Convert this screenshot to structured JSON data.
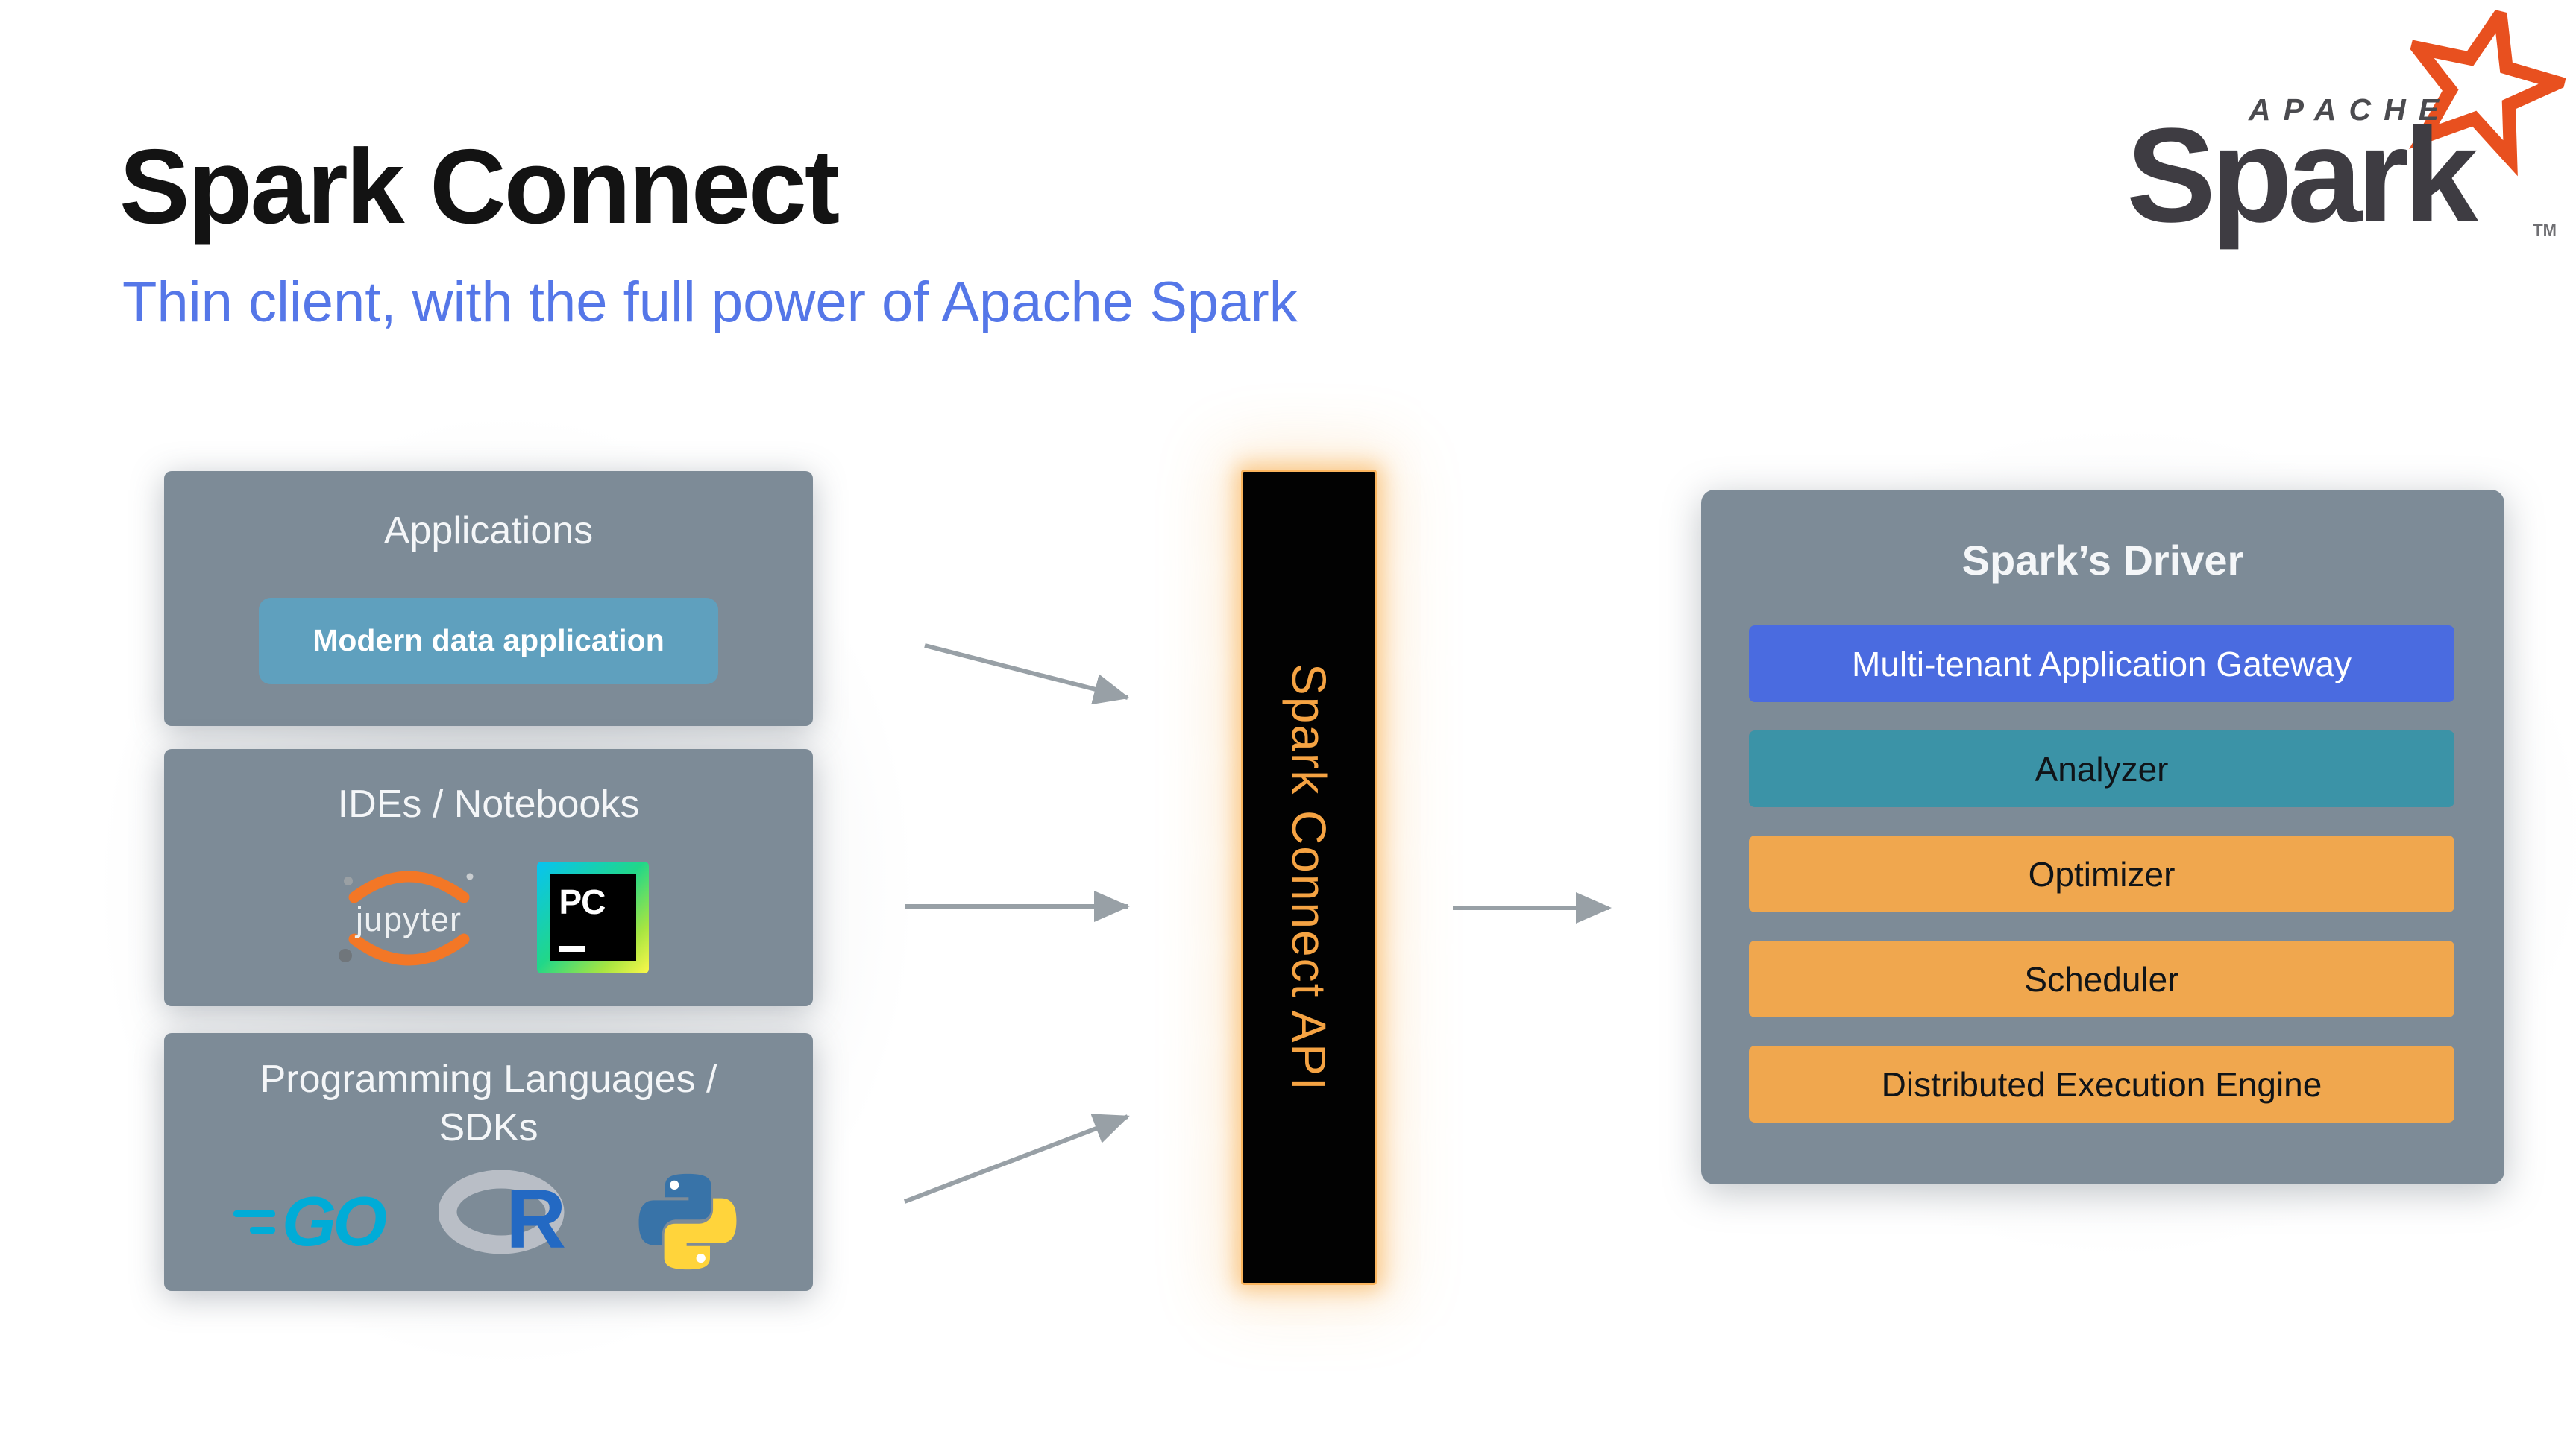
{
  "slide": {
    "title": "Spark Connect",
    "subtitle": "Thin client, with the full power of Apache Spark"
  },
  "logo": {
    "apache": "APACHE",
    "spark": "Spark",
    "tm": "TM"
  },
  "left_column": {
    "applications": {
      "title": "Applications",
      "item": "Modern data application"
    },
    "ides": {
      "title": "IDEs / Notebooks",
      "jupyter": "jupyter",
      "pycharm": "PC"
    },
    "languages": {
      "title": "Programming Languages / SDKs",
      "go": "GO",
      "r": "R"
    }
  },
  "center": {
    "api": "Spark Connect API"
  },
  "driver": {
    "title": "Spark’s Driver",
    "layers": [
      {
        "label": "Multi-tenant Application Gateway",
        "bg": "#4A6BE0",
        "fg": "#FFFFFF"
      },
      {
        "label": "Analyzer",
        "bg": "#3B93A7",
        "fg": "#101418"
      },
      {
        "label": "Optimizer",
        "bg": "#F0A74E",
        "fg": "#101418"
      },
      {
        "label": "Scheduler",
        "bg": "#F0A74E",
        "fg": "#101418"
      },
      {
        "label": "Distributed Execution Engine",
        "bg": "#F0A74E",
        "fg": "#101418"
      }
    ]
  },
  "colors": {
    "panel_gray": "#7D8B97",
    "chip_blue": "#5FA0BE",
    "api_orange": "#F5A343",
    "subtitle_blue": "#5577E8",
    "arrow_gray": "#98A0A6",
    "spark_logo_orange": "#E8501F"
  }
}
